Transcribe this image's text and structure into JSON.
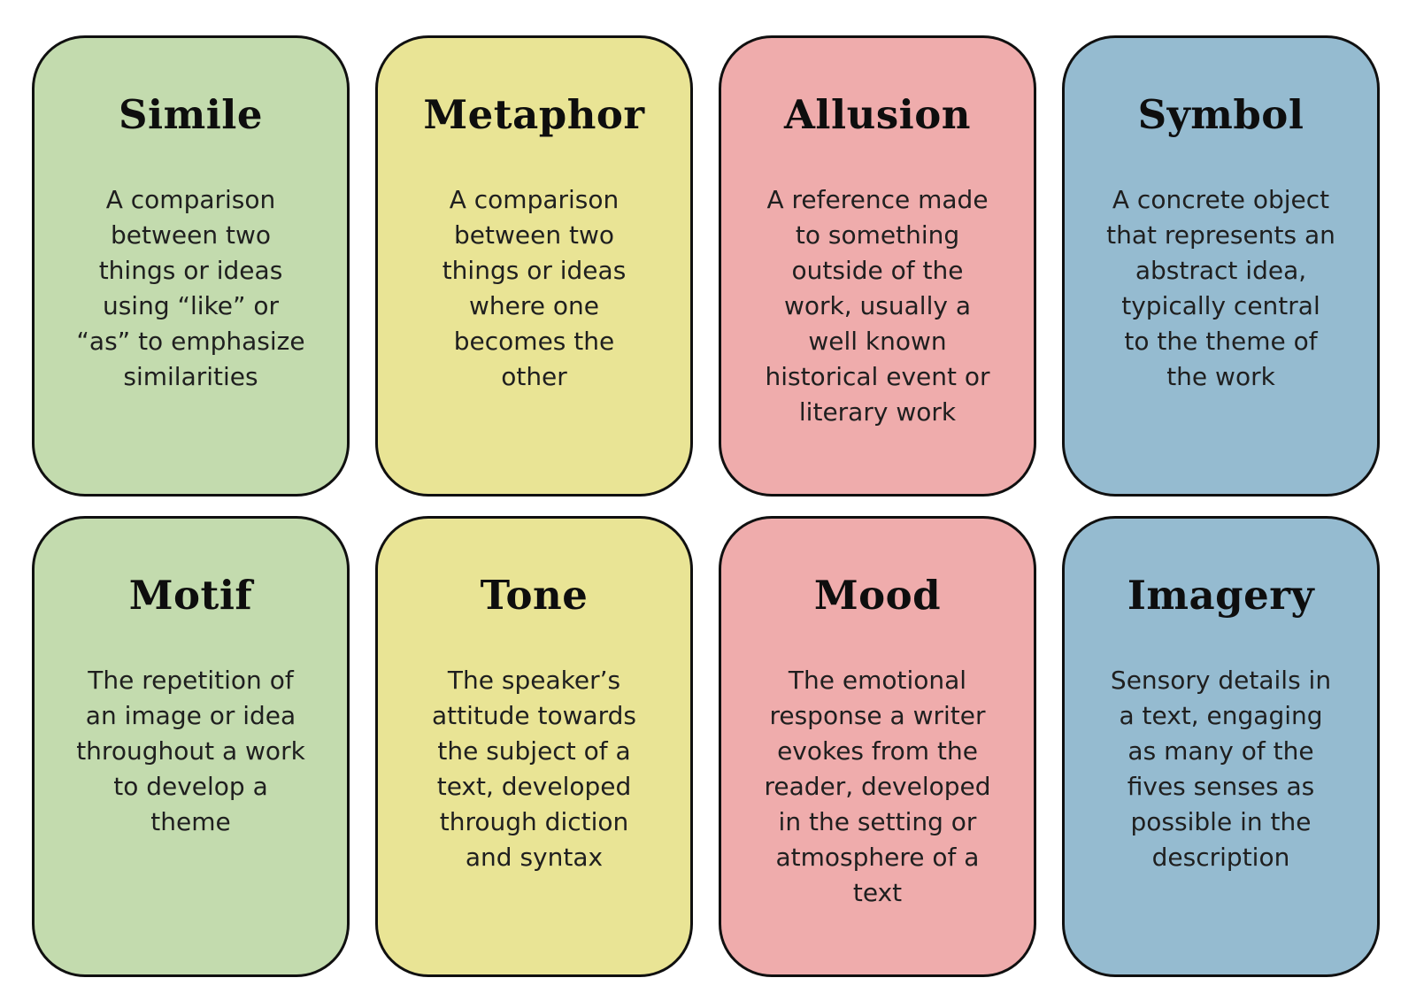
{
  "page": {
    "background": "#ffffff",
    "card_border_color": "#101010",
    "title_color": "#0e0e0e",
    "body_color": "#1f1f1f"
  },
  "palette": {
    "green": "#c3dbae",
    "yellow": "#e9e495",
    "pink": "#efacac",
    "blue": "#95bbd0"
  },
  "cards": [
    {
      "id": "simile",
      "term": "Simile",
      "definition": "A comparison\nbetween two\nthings or ideas\nusing “like” or\n“as” to emphasize\nsimilarities",
      "color": "#c3dbae"
    },
    {
      "id": "metaphor",
      "term": "Metaphor",
      "definition": "A comparison\nbetween two\nthings or ideas\nwhere one\nbecomes the\nother",
      "color": "#e9e495"
    },
    {
      "id": "allusion",
      "term": "Allusion",
      "definition": "A reference made\nto something\noutside of the\nwork, usually a\nwell known\nhistorical event or\nliterary work",
      "color": "#efacac"
    },
    {
      "id": "symbol",
      "term": "Symbol",
      "definition": "A concrete object\nthat represents an\nabstract idea,\ntypically central\nto the theme of\nthe work",
      "color": "#95bbd0"
    },
    {
      "id": "motif",
      "term": "Motif",
      "definition": "The repetition of\nan image or idea\nthroughout a work\nto develop a\ntheme",
      "color": "#c3dbae"
    },
    {
      "id": "tone",
      "term": "Tone",
      "definition": "The speaker’s\nattitude towards\nthe subject of a\ntext, developed\nthrough diction\nand syntax",
      "color": "#e9e495"
    },
    {
      "id": "mood",
      "term": "Mood",
      "definition": "The emotional\nresponse a writer\nevokes from the\nreader, developed\nin the setting or\natmosphere of a\ntext",
      "color": "#efacac"
    },
    {
      "id": "imagery",
      "term": "Imagery",
      "definition": "Sensory details in\na text, engaging\nas many of the\nfives senses as\npossible in the\ndescription",
      "color": "#95bbd0"
    }
  ]
}
